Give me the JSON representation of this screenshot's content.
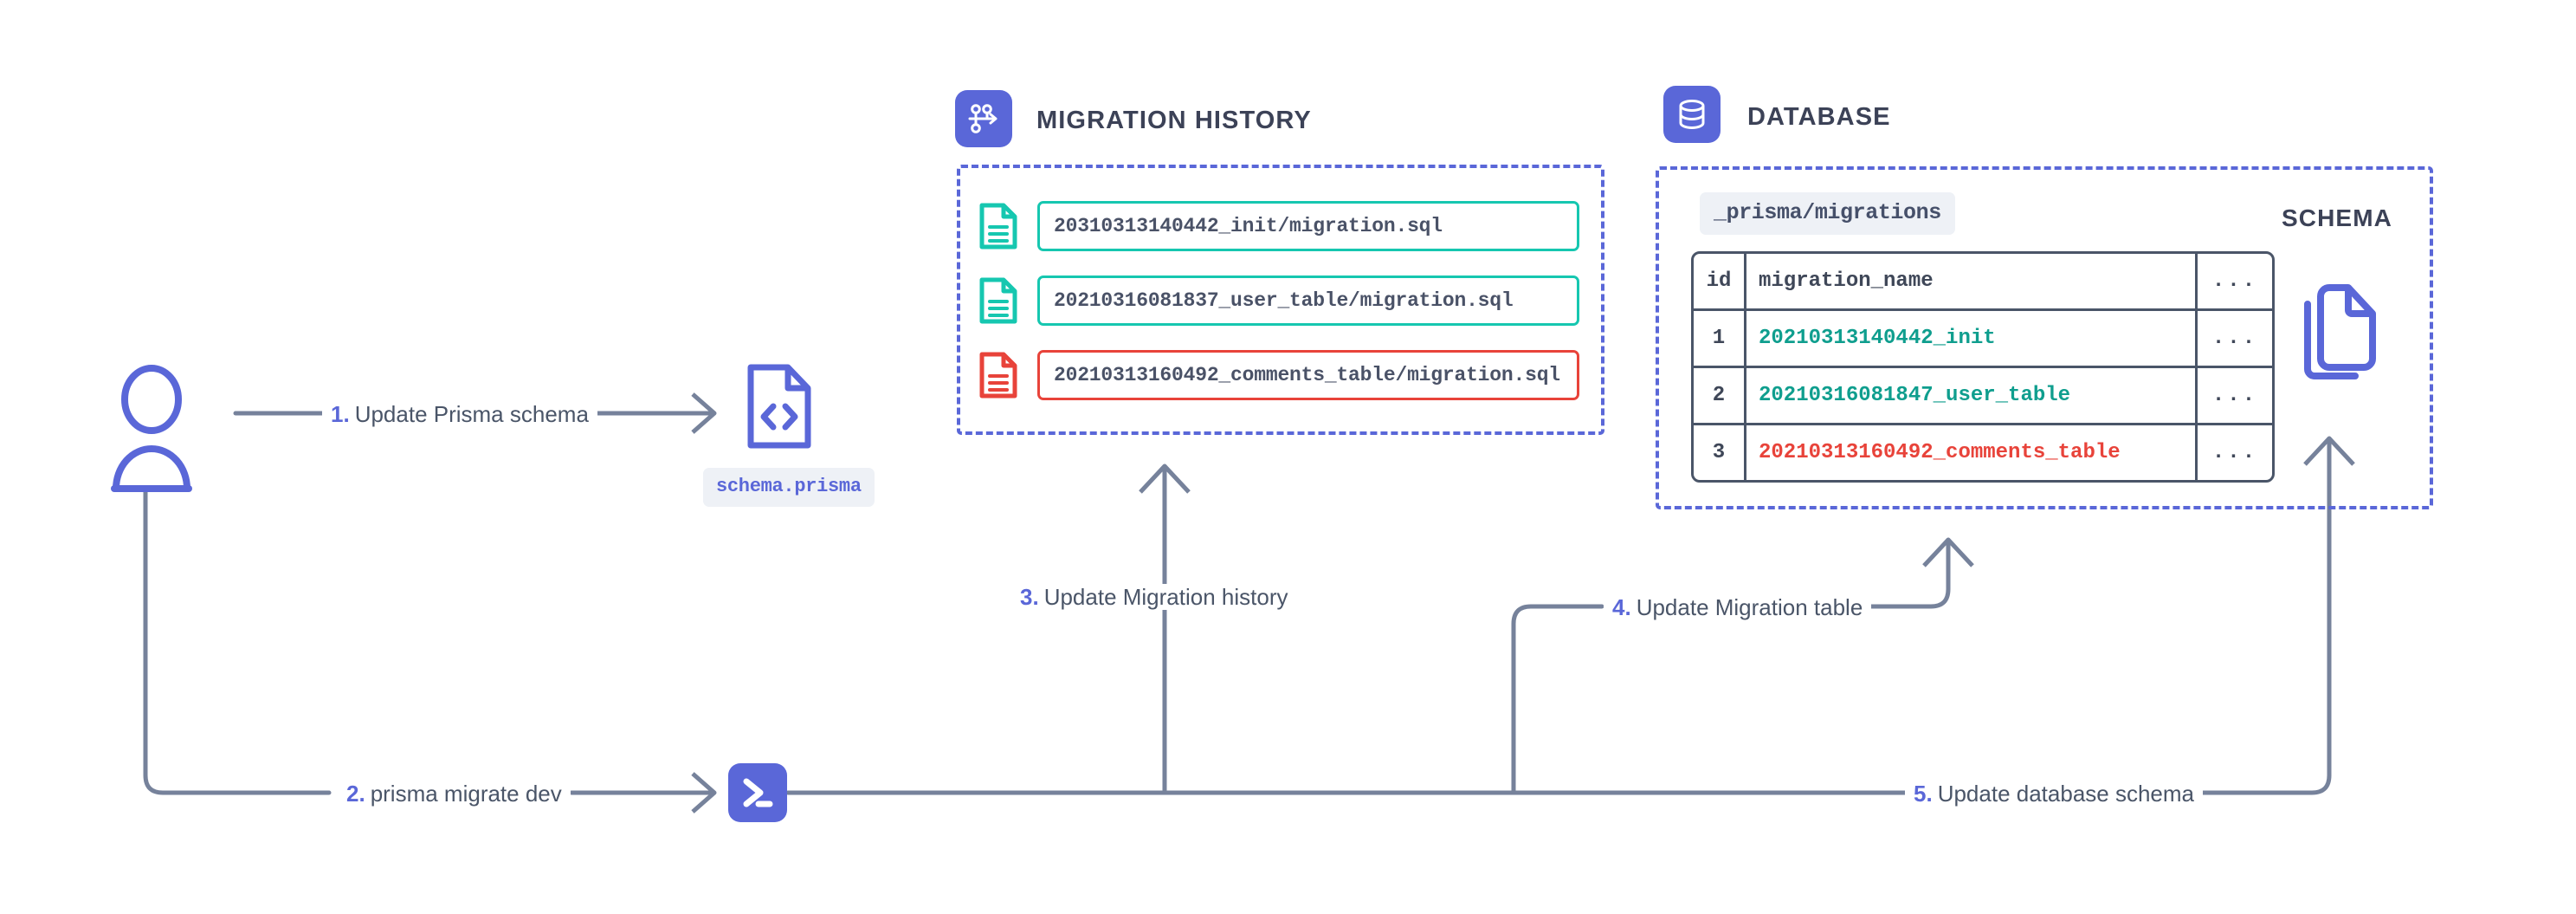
{
  "migration_history": {
    "title": "MIGRATION HISTORY",
    "icon": "git-branch-icon",
    "files": [
      {
        "name": "20310313140442_init/migration.sql",
        "status": "ok",
        "icon": "file-text-icon"
      },
      {
        "name": "20210316081837_user_table/migration.sql",
        "status": "ok",
        "icon": "file-text-icon"
      },
      {
        "name": "20210313160492_comments_table/migration.sql",
        "status": "error",
        "icon": "file-text-icon"
      }
    ]
  },
  "database": {
    "title": "DATABASE",
    "icon": "database-icon",
    "table_chip": "_prisma/migrations",
    "columns": [
      "id",
      "migration_name",
      "..."
    ],
    "rows": [
      {
        "id": "1",
        "migration_name": "20210313140442_init",
        "more": "...",
        "status": "ok"
      },
      {
        "id": "2",
        "migration_name": "20210316081847_user_table",
        "more": "...",
        "status": "ok"
      },
      {
        "id": "3",
        "migration_name": "20210313160492_comments_table",
        "more": "...",
        "status": "error"
      }
    ],
    "schema_title": "SCHEMA",
    "schema_icon": "copy-files-icon"
  },
  "actor": {
    "icon": "user-icon"
  },
  "schema_file": {
    "icon": "file-code-icon",
    "label": "schema.prisma"
  },
  "terminal": {
    "icon": "terminal-icon"
  },
  "steps": [
    {
      "num": "1.",
      "text": "Update Prisma schema"
    },
    {
      "num": "2.",
      "text": "prisma migrate dev"
    },
    {
      "num": "3.",
      "text": "Update Migration history"
    },
    {
      "num": "4.",
      "text": "Update Migration table"
    },
    {
      "num": "5.",
      "text": "Update database schema"
    }
  ],
  "colors": {
    "accent": "#5a67d8",
    "ok": "#16c7b0",
    "ok_text": "#0f9e8e",
    "error": "#e8433a",
    "line": "#76829b",
    "text": "#4a5568",
    "chip_bg": "#eef1f6",
    "table_border": "#4a5568"
  }
}
